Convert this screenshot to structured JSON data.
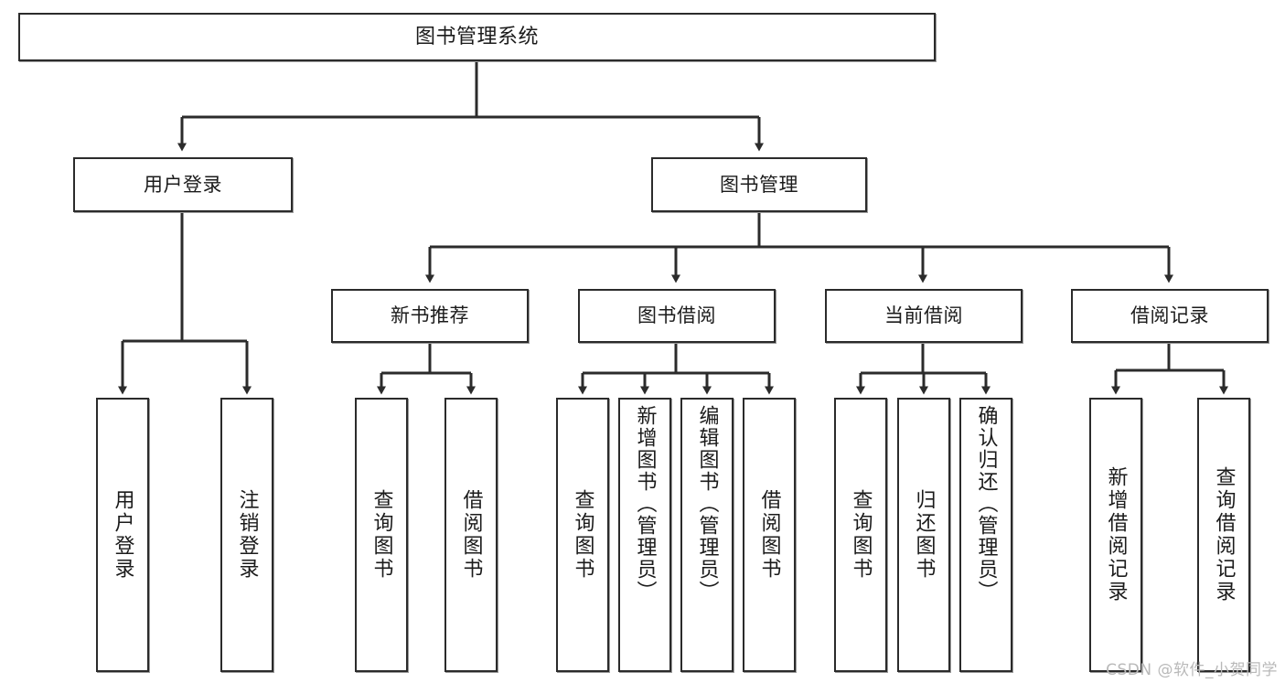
{
  "diagram": {
    "title": "图书管理系统",
    "type": "tree-hierarchy-chart",
    "watermark": "CSDN @软件_小贺同学",
    "colors": {
      "box_border": "#2b2b2b",
      "box_fill": "#ffffff",
      "edge": "#2b2b2b",
      "text": "#1b1b1b",
      "watermark": "#b9b9b9"
    },
    "nodes": {
      "root": {
        "label": "图书管理系统"
      },
      "level2": [
        {
          "id": "user-login",
          "label": "用户登录"
        },
        {
          "id": "book-manage",
          "label": "图书管理"
        }
      ],
      "level3": [
        {
          "id": "new-book-recommend",
          "label": "新书推荐"
        },
        {
          "id": "book-borrow",
          "label": "图书借阅"
        },
        {
          "id": "current-borrow",
          "label": "当前借阅"
        },
        {
          "id": "borrow-record",
          "label": "借阅记录"
        }
      ],
      "leaves": {
        "user-login": [
          {
            "id": "leaf-user-login",
            "label": "用户登录"
          },
          {
            "id": "leaf-logout-login",
            "label": "注销登录"
          }
        ],
        "new-book-recommend": [
          {
            "id": "leaf-query-book-1",
            "label": "查询图书"
          },
          {
            "id": "leaf-borrow-book-1",
            "label": "借阅图书"
          }
        ],
        "book-borrow": [
          {
            "id": "leaf-query-book-2",
            "label": "查询图书"
          },
          {
            "id": "leaf-add-book",
            "label": "新增图书（管理员）"
          },
          {
            "id": "leaf-edit-book",
            "label": "编辑图书（管理员）"
          },
          {
            "id": "leaf-borrow-book-2",
            "label": "借阅图书"
          }
        ],
        "current-borrow": [
          {
            "id": "leaf-query-book-3",
            "label": "查询图书"
          },
          {
            "id": "leaf-return-book",
            "label": "归还图书"
          },
          {
            "id": "leaf-confirm-return",
            "label": "确认归还（管理员）"
          }
        ],
        "borrow-record": [
          {
            "id": "leaf-add-record",
            "label": "新增借阅记录"
          },
          {
            "id": "leaf-query-record",
            "label": "查询借阅记录"
          }
        ]
      }
    }
  }
}
